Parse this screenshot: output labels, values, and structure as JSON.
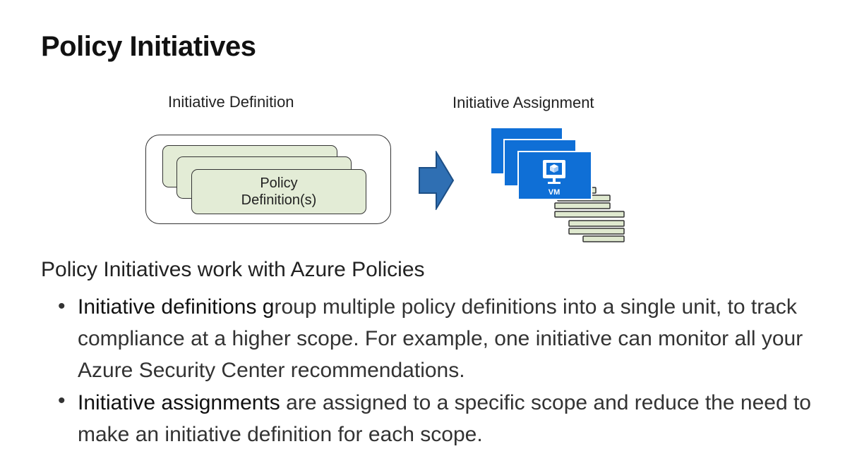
{
  "title": "Policy Initiatives",
  "diagram": {
    "definition_heading": "Initiative Definition",
    "assignment_heading": "Initiative Assignment",
    "card_line1": "Policy",
    "card_line2": "Definition(s)",
    "vm_label": "VM",
    "colors": {
      "card_fill": "#e3ecd6",
      "arrow_fill": "#2f6fb3",
      "azure_blue": "#0f6fd6",
      "disk_fill": "#dfe9cf"
    }
  },
  "intro": "Policy Initiatives work with Azure Policies",
  "bullets": [
    {
      "term": "Initiative definitions g",
      "text": "roup multiple policy definitions into a single unit, to track compliance at a higher scope. For example, one initiative can monitor all your Azure Security Center recommendations."
    },
    {
      "term": "Initiative assignments",
      "text": " are assigned to a specific scope and reduce the need to make an initiative definition for each scope."
    }
  ]
}
